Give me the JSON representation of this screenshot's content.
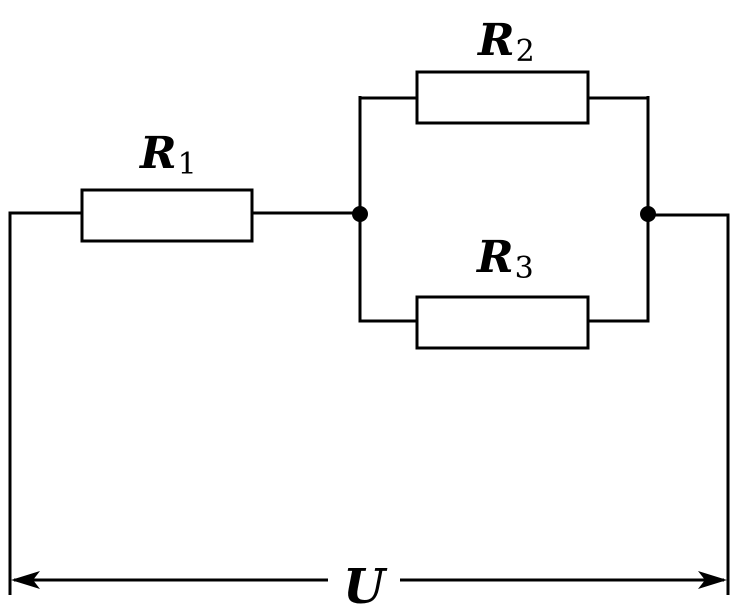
{
  "colors": {
    "line": "#000000",
    "background": "#ffffff"
  },
  "labels": {
    "r1": {
      "main": "R",
      "sub": "1"
    },
    "r2": {
      "main": "R",
      "sub": "2"
    },
    "r3": {
      "main": "R",
      "sub": "3"
    },
    "voltage": "U"
  }
}
